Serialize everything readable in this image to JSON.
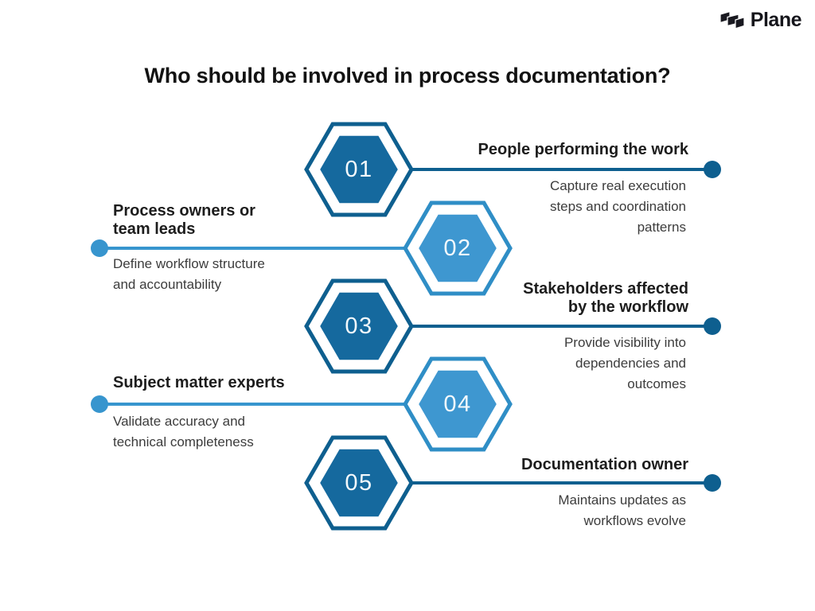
{
  "logo": {
    "text": "Plane",
    "icon": "plane-logo-icon"
  },
  "title": "Who should be involved in process documentation?",
  "colors": {
    "dark_blue": "#0e5f8f",
    "dark_blue_fill": "#15699e",
    "light_blue": "#3795ce",
    "light_blue_fill": "#3e97d0",
    "heading_text": "#1d1d1d",
    "body_text": "#3c3c3c",
    "background": "#ffffff"
  },
  "steps": [
    {
      "number": "01",
      "side": "right",
      "tone": "dark",
      "heading": "People performing the work",
      "description": "Capture real execution\nsteps and coordination\npatterns"
    },
    {
      "number": "02",
      "side": "left",
      "tone": "light",
      "heading": "Process owners or\nteam leads",
      "description": "Define workflow structure\nand accountability"
    },
    {
      "number": "03",
      "side": "right",
      "tone": "dark",
      "heading": "Stakeholders affected\nby the workflow",
      "description": "Provide visibility into\ndependencies and\noutcomes"
    },
    {
      "number": "04",
      "side": "left",
      "tone": "light",
      "heading": "Subject matter experts",
      "description": "Validate accuracy and\ntechnical completeness"
    },
    {
      "number": "05",
      "side": "right",
      "tone": "dark",
      "heading": "Documentation owner",
      "description": "Maintains updates as\nworkflows evolve"
    }
  ]
}
